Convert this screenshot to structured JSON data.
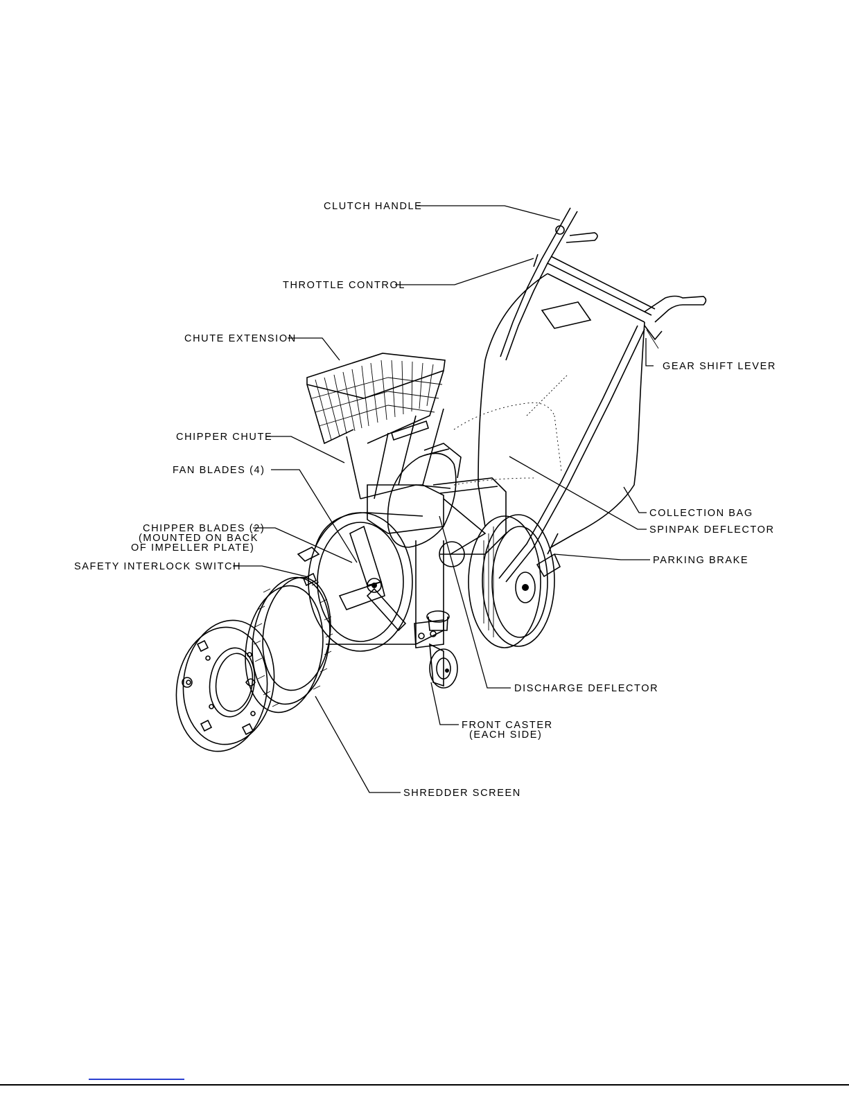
{
  "labels": {
    "clutch_handle": "CLUTCH HANDLE",
    "throttle_control": "THROTTLE CONTROL",
    "chute_extension": "CHUTE EXTENSION",
    "gear_shift_lever": "GEAR SHIFT LEVER",
    "chipper_chute": "CHIPPER CHUTE",
    "fan_blades": "FAN BLADES (4)",
    "chipper_blades_1": "CHIPPER BLADES (2)",
    "chipper_blades_2": "(MOUNTED ON BACK",
    "chipper_blades_3": "OF IMPELLER PLATE)",
    "safety_interlock_switch": "SAFETY INTERLOCK SWITCH",
    "collection_bag": "COLLECTION BAG",
    "spinpak_deflector": "SPINPAK DEFLECTOR",
    "parking_brake": "PARKING BRAKE",
    "discharge_deflector": "DISCHARGE DEFLECTOR",
    "front_caster_1": "FRONT CASTER",
    "front_caster_2": "(EACH SIDE)",
    "shredder_screen": "SHREDDER SCREEN"
  },
  "colors": {
    "line": "#000000",
    "background": "#ffffff",
    "link_underline": "#2a3fd0"
  }
}
